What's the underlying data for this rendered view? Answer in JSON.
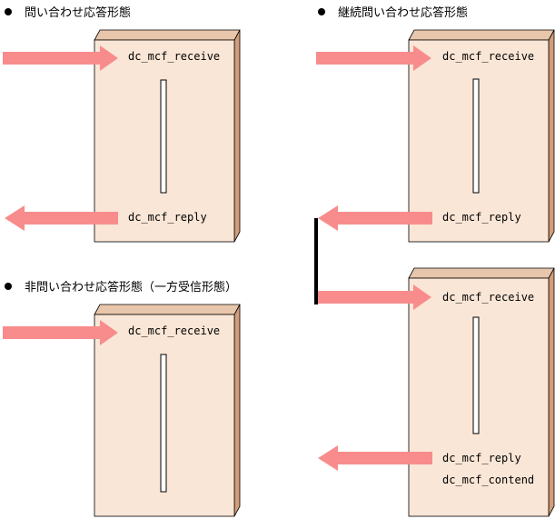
{
  "headings": {
    "inquiry": "問い合わせ応答形態",
    "continuous": "継続問い合わせ応答形態",
    "noninquiry": "非問い合わせ応答形態（一方受信形態）"
  },
  "functions": {
    "receive": "dc_mcf_receive",
    "reply": "dc_mcf_reply",
    "contend": "dc_mcf_contend"
  },
  "colors": {
    "box_face": "#fae6d6",
    "box_side": "#d29d7a",
    "arrow": "#f88c8c",
    "outline": "#000000"
  }
}
